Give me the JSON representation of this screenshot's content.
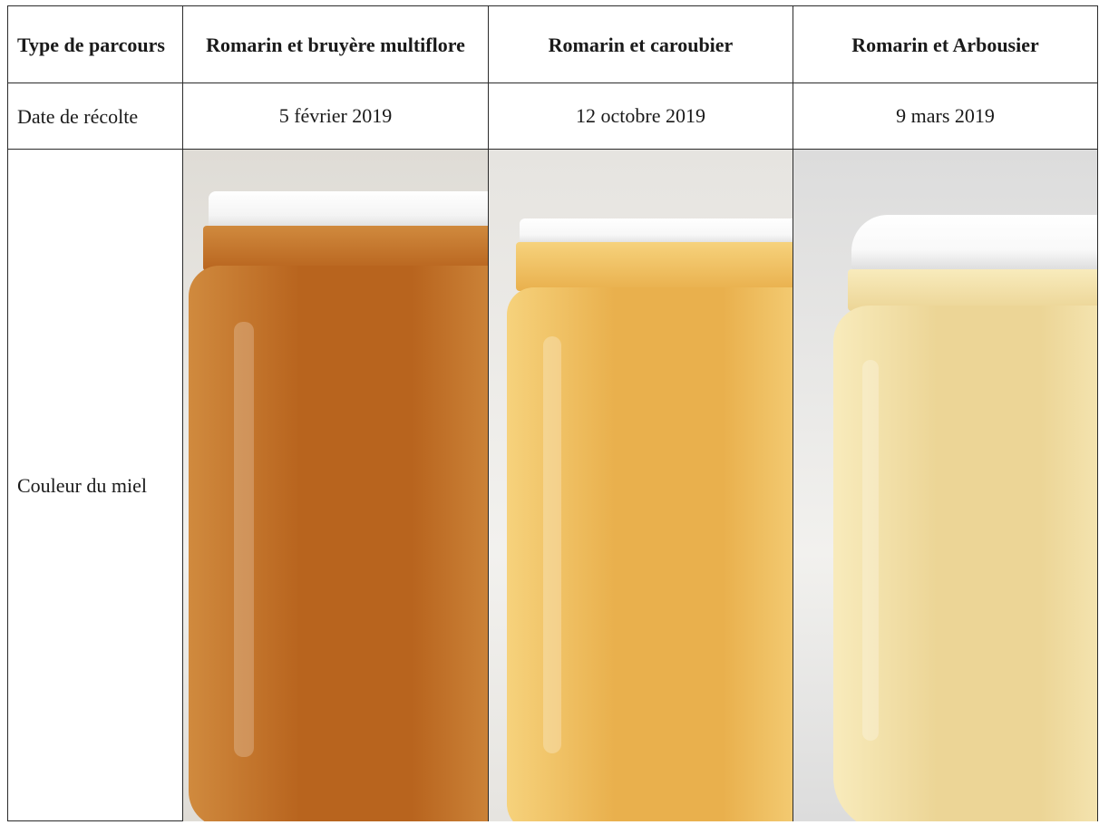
{
  "table": {
    "header": {
      "row_label": "Type de parcours",
      "columns": [
        "Romarin et bruyère multiflore",
        "Romarin et caroubier",
        "Romarin et Arbousier"
      ]
    },
    "harvest": {
      "row_label": "Date de récolte",
      "values": [
        "5 février 2019",
        "12 octobre 2019",
        "9 mars 2019"
      ]
    },
    "color": {
      "row_label": "Couleur du miel",
      "jars": [
        {
          "honey_color": "#b8641e",
          "honey_light": "#d08a3e",
          "lid_color": "#f4f4f4",
          "background": "#dfdcd6"
        },
        {
          "honey_color": "#e9b04d",
          "honey_light": "#f6d27c",
          "lid_color": "#f7f7f7",
          "background": "#e6e4e0"
        },
        {
          "honey_color": "#ecd596",
          "honey_light": "#f8ebbc",
          "lid_color": "#f9f9f9",
          "background": "#dcdcdc"
        }
      ]
    }
  }
}
